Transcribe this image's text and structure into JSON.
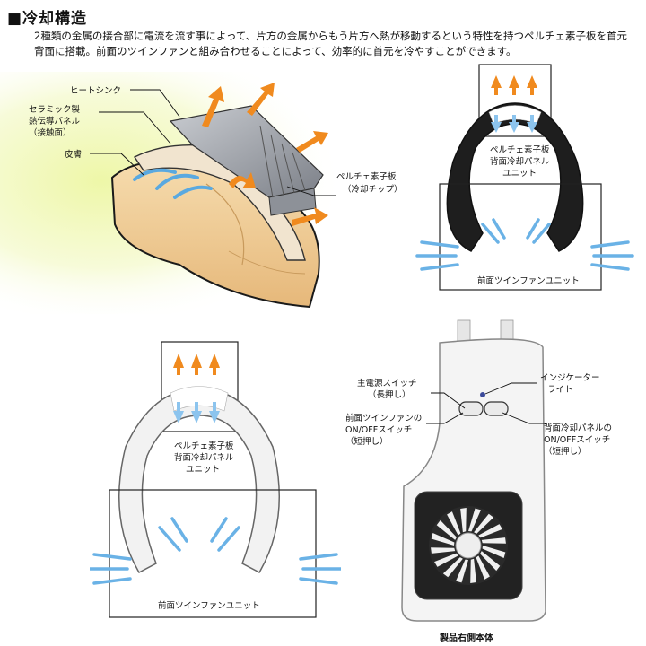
{
  "title": "■冷却構造",
  "description": "2種類の金属の接合部に電流を流す事によって、片方の金属からもう片方へ熱が移動するという特性を持つペルチェ素子板を首元背面に搭載。前面のツインファンと組み合わせることによって、効率的に首元を冷やすことができます。",
  "cross_section": {
    "heatsink": "ヒートシンク",
    "ceramic_line1": "セラミック製",
    "ceramic_line2": "熱伝導パネル",
    "ceramic_line3": "（接触面）",
    "skin": "皮膚",
    "peltier_line1": "ペルチェ素子板",
    "peltier_line2": "（冷却チップ）"
  },
  "dark_device": {
    "peltier_line1": "ペルチェ素子板",
    "peltier_line2": "背面冷却パネル",
    "peltier_line3": "ユニット",
    "fan_unit": "前面ツインファンユニット"
  },
  "white_device": {
    "peltier_line1": "ペルチェ素子板",
    "peltier_line2": "背面冷却パネル",
    "peltier_line3": "ユニット",
    "fan_unit": "前面ツインファンユニット"
  },
  "side_view": {
    "power_line1": "主電源スイッチ",
    "power_line2": "（長押し）",
    "indicator_line1": "インジケーター",
    "indicator_line2": "ライト",
    "front_fan_line1": "前面ツインファンの",
    "front_fan_line2": "ON/OFFスイッチ",
    "front_fan_line3": "（短押し）",
    "rear_panel_line1": "背面冷却パネルの",
    "rear_panel_line2": "ON/OFFスイッチ",
    "rear_panel_line3": "（短押し）",
    "caption": "製品右側本体"
  },
  "colors": {
    "hot_arrow": "#f08a1e",
    "cold_arrow": "#5aa9e0",
    "skin": "#f0cf9a",
    "heatsink": "#a9adb4",
    "device_dark": "#1e1e1e",
    "device_white": "#f2f2f2"
  }
}
